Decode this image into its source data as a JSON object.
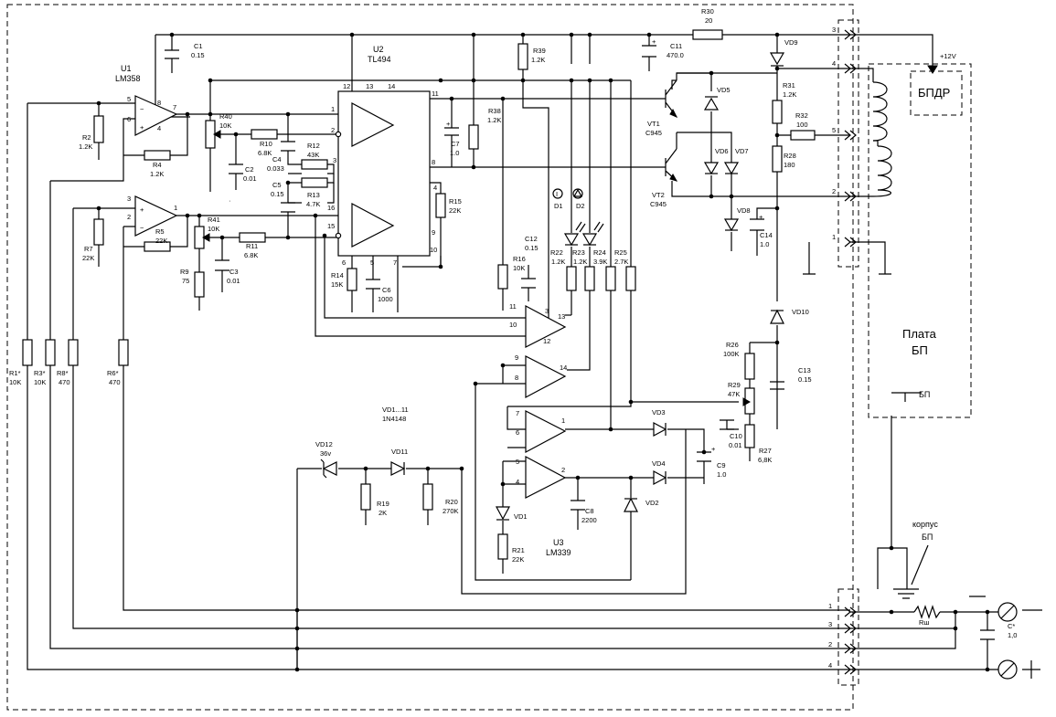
{
  "chips": [
    {
      "ref": "U1",
      "part": "LM358"
    },
    {
      "ref": "U2",
      "part": "TL494"
    },
    {
      "ref": "U3",
      "part": "LM339"
    }
  ],
  "resistors": [
    {
      "ref": "R2",
      "value": "1.2K"
    },
    {
      "ref": "R4",
      "value": "1.2K"
    },
    {
      "ref": "R40",
      "value": "10K"
    },
    {
      "ref": "R10",
      "value": "6.8K"
    },
    {
      "ref": "R12",
      "value": "43K"
    },
    {
      "ref": "R13",
      "value": "4.7K"
    },
    {
      "ref": "R5",
      "value": "22K"
    },
    {
      "ref": "R7",
      "value": "22K"
    },
    {
      "ref": "R41",
      "value": "10K"
    },
    {
      "ref": "R11",
      "value": "6.8K"
    },
    {
      "ref": "R9",
      "value": "75"
    },
    {
      "ref": "R14",
      "value": "15K"
    },
    {
      "ref": "R15",
      "value": "22K"
    },
    {
      "ref": "R38",
      "value": "1.2K"
    },
    {
      "ref": "R39",
      "value": "1.2K"
    },
    {
      "ref": "R30",
      "value": "20"
    },
    {
      "ref": "R31",
      "value": "1.2K"
    },
    {
      "ref": "R32",
      "value": "100"
    },
    {
      "ref": "R28",
      "value": "180"
    },
    {
      "ref": "R16",
      "value": "10K"
    },
    {
      "ref": "R22",
      "value": "1.2K"
    },
    {
      "ref": "R23",
      "value": "1.2K"
    },
    {
      "ref": "R24",
      "value": "3.9K"
    },
    {
      "ref": "R25",
      "value": "2.7K"
    },
    {
      "ref": "R26",
      "value": "100K"
    },
    {
      "ref": "R29",
      "value": "47K"
    },
    {
      "ref": "R27",
      "value": "6,8K"
    },
    {
      "ref": "R19",
      "value": "2K"
    },
    {
      "ref": "R20",
      "value": "270K"
    },
    {
      "ref": "R21",
      "value": "22K"
    },
    {
      "ref": "R1*",
      "value": "10K"
    },
    {
      "ref": "R3*",
      "value": "10K"
    },
    {
      "ref": "R8*",
      "value": "470"
    },
    {
      "ref": "R6*",
      "value": "470"
    }
  ],
  "capacitors": [
    {
      "ref": "C1",
      "value": "0.15"
    },
    {
      "ref": "C2",
      "value": "0.01"
    },
    {
      "ref": "C3",
      "value": "0.01"
    },
    {
      "ref": "C4",
      "value": "0.033"
    },
    {
      "ref": "C5",
      "value": "0.15"
    },
    {
      "ref": "C6",
      "value": "1000"
    },
    {
      "ref": "C7",
      "value": "1.0"
    },
    {
      "ref": "C11",
      "value": "470.0"
    },
    {
      "ref": "C12",
      "value": "0.15"
    },
    {
      "ref": "C14",
      "value": "1.0"
    },
    {
      "ref": "C13",
      "value": "0.15"
    },
    {
      "ref": "C10",
      "value": "0.01"
    },
    {
      "ref": "C9",
      "value": "1.0"
    },
    {
      "ref": "C8",
      "value": "2200"
    },
    {
      "ref": "C*",
      "value": "1,0"
    }
  ],
  "transistors": [
    {
      "ref": "VT1",
      "part": "C945"
    },
    {
      "ref": "VT2",
      "part": "C945"
    }
  ],
  "diodes": [
    "VD1",
    "VD2",
    "VD3",
    "VD4",
    "VD5",
    "VD6",
    "VD7",
    "VD8",
    "VD9",
    "VD10",
    "VD11",
    "D1",
    "D2"
  ],
  "zener": {
    "ref": "VD12",
    "value": "36v"
  },
  "diode_note": {
    "range": "VD1...11",
    "part": "1N4148"
  },
  "pins": {
    "u1": [
      "5",
      "6",
      "7",
      "8",
      "4",
      "3",
      "2",
      "1"
    ],
    "u2": [
      "12",
      "13",
      "14",
      "11",
      "1",
      "2",
      "3",
      "16",
      "15",
      "6",
      "5",
      "7",
      "4",
      "8",
      "9",
      "10"
    ],
    "u3": [
      "11",
      "10",
      "3",
      "13",
      "12",
      "9",
      "8",
      "14",
      "7",
      "6",
      "1",
      "5",
      "4",
      "2"
    ]
  },
  "connectors": {
    "right_top": [
      "3",
      "4",
      "5",
      "2",
      "1"
    ],
    "bottom": [
      "1",
      "3",
      "2",
      "4"
    ]
  },
  "block_bpdr": "БПДР",
  "supply_12v": "+12V",
  "board": {
    "line1": "Плата",
    "line2": "БП"
  },
  "ground_bp": "БП",
  "chassis": {
    "line1": "корпус",
    "line2": "БП"
  },
  "shunt": "Rш",
  "terminal_minus": "—",
  "terminal_plus": "+",
  "ground_symbol": "⊥"
}
